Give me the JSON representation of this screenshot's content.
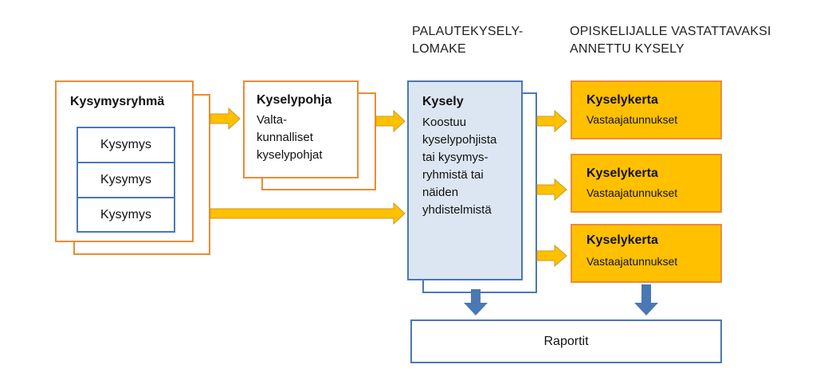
{
  "headers": {
    "palaute_line1": "PALAUTEKYSELY-",
    "palaute_line2": "LOMAKE",
    "opiskelija_line1": "OPISKELIJALLE VASTATTAVAKSI",
    "opiskelija_line2": "ANNETTU KYSELY"
  },
  "kysymysryhma": {
    "title": "Kysymysryhmä",
    "items": [
      "Kysymys",
      "Kysymys",
      "Kysymys"
    ]
  },
  "kyselypohja": {
    "title": "Kyselypohja",
    "lines": [
      "Valta-",
      "kunnalliset",
      "kyselypohjat"
    ]
  },
  "kysely": {
    "title": "Kysely",
    "lines": [
      "Koostuu",
      "kyselypohjista",
      "tai kysymys-",
      "ryhmistä tai",
      "näiden",
      "yhdistelmistä"
    ]
  },
  "kyselykerrat": [
    {
      "title": "Kyselykerta",
      "subtitle": "Vastaajatunnukset"
    },
    {
      "title": "Kyselykerta",
      "subtitle": "Vastaajatunnukset"
    },
    {
      "title": "Kyselykerta",
      "subtitle": "Vastaajatunnukset"
    }
  ],
  "raportit": {
    "label": "Raportit"
  },
  "colors": {
    "orange_border": "#ED8B33",
    "blue_border": "#4A78B4",
    "blue_fill": "#DCE6F2",
    "yellow_fill": "#FFC000",
    "arrow_yellow": "#FFC000",
    "arrow_blue": "#4A78B4"
  }
}
